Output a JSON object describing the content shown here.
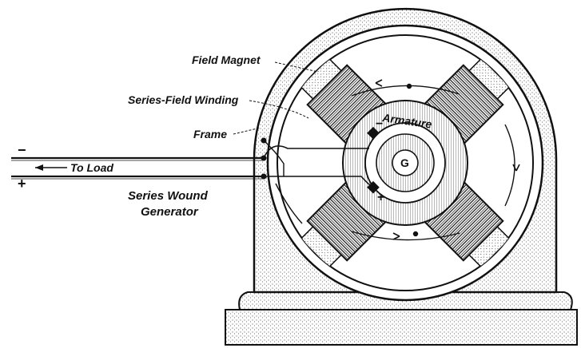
{
  "labels": {
    "field_magnet": "Field Magnet",
    "series_field_winding": "Series-Field Winding",
    "frame": "Frame",
    "armature": "Armature",
    "to_load": "To Load",
    "caption_line1": "Series Wound",
    "caption_line2": "Generator",
    "plus_top": "+",
    "minus_bottom": "−",
    "neg_terminal": "−",
    "pos_terminal": "+",
    "hub": "G"
  },
  "colors": {
    "ink": "#111111",
    "paper": "#ffffff",
    "stipple": "#222222"
  }
}
